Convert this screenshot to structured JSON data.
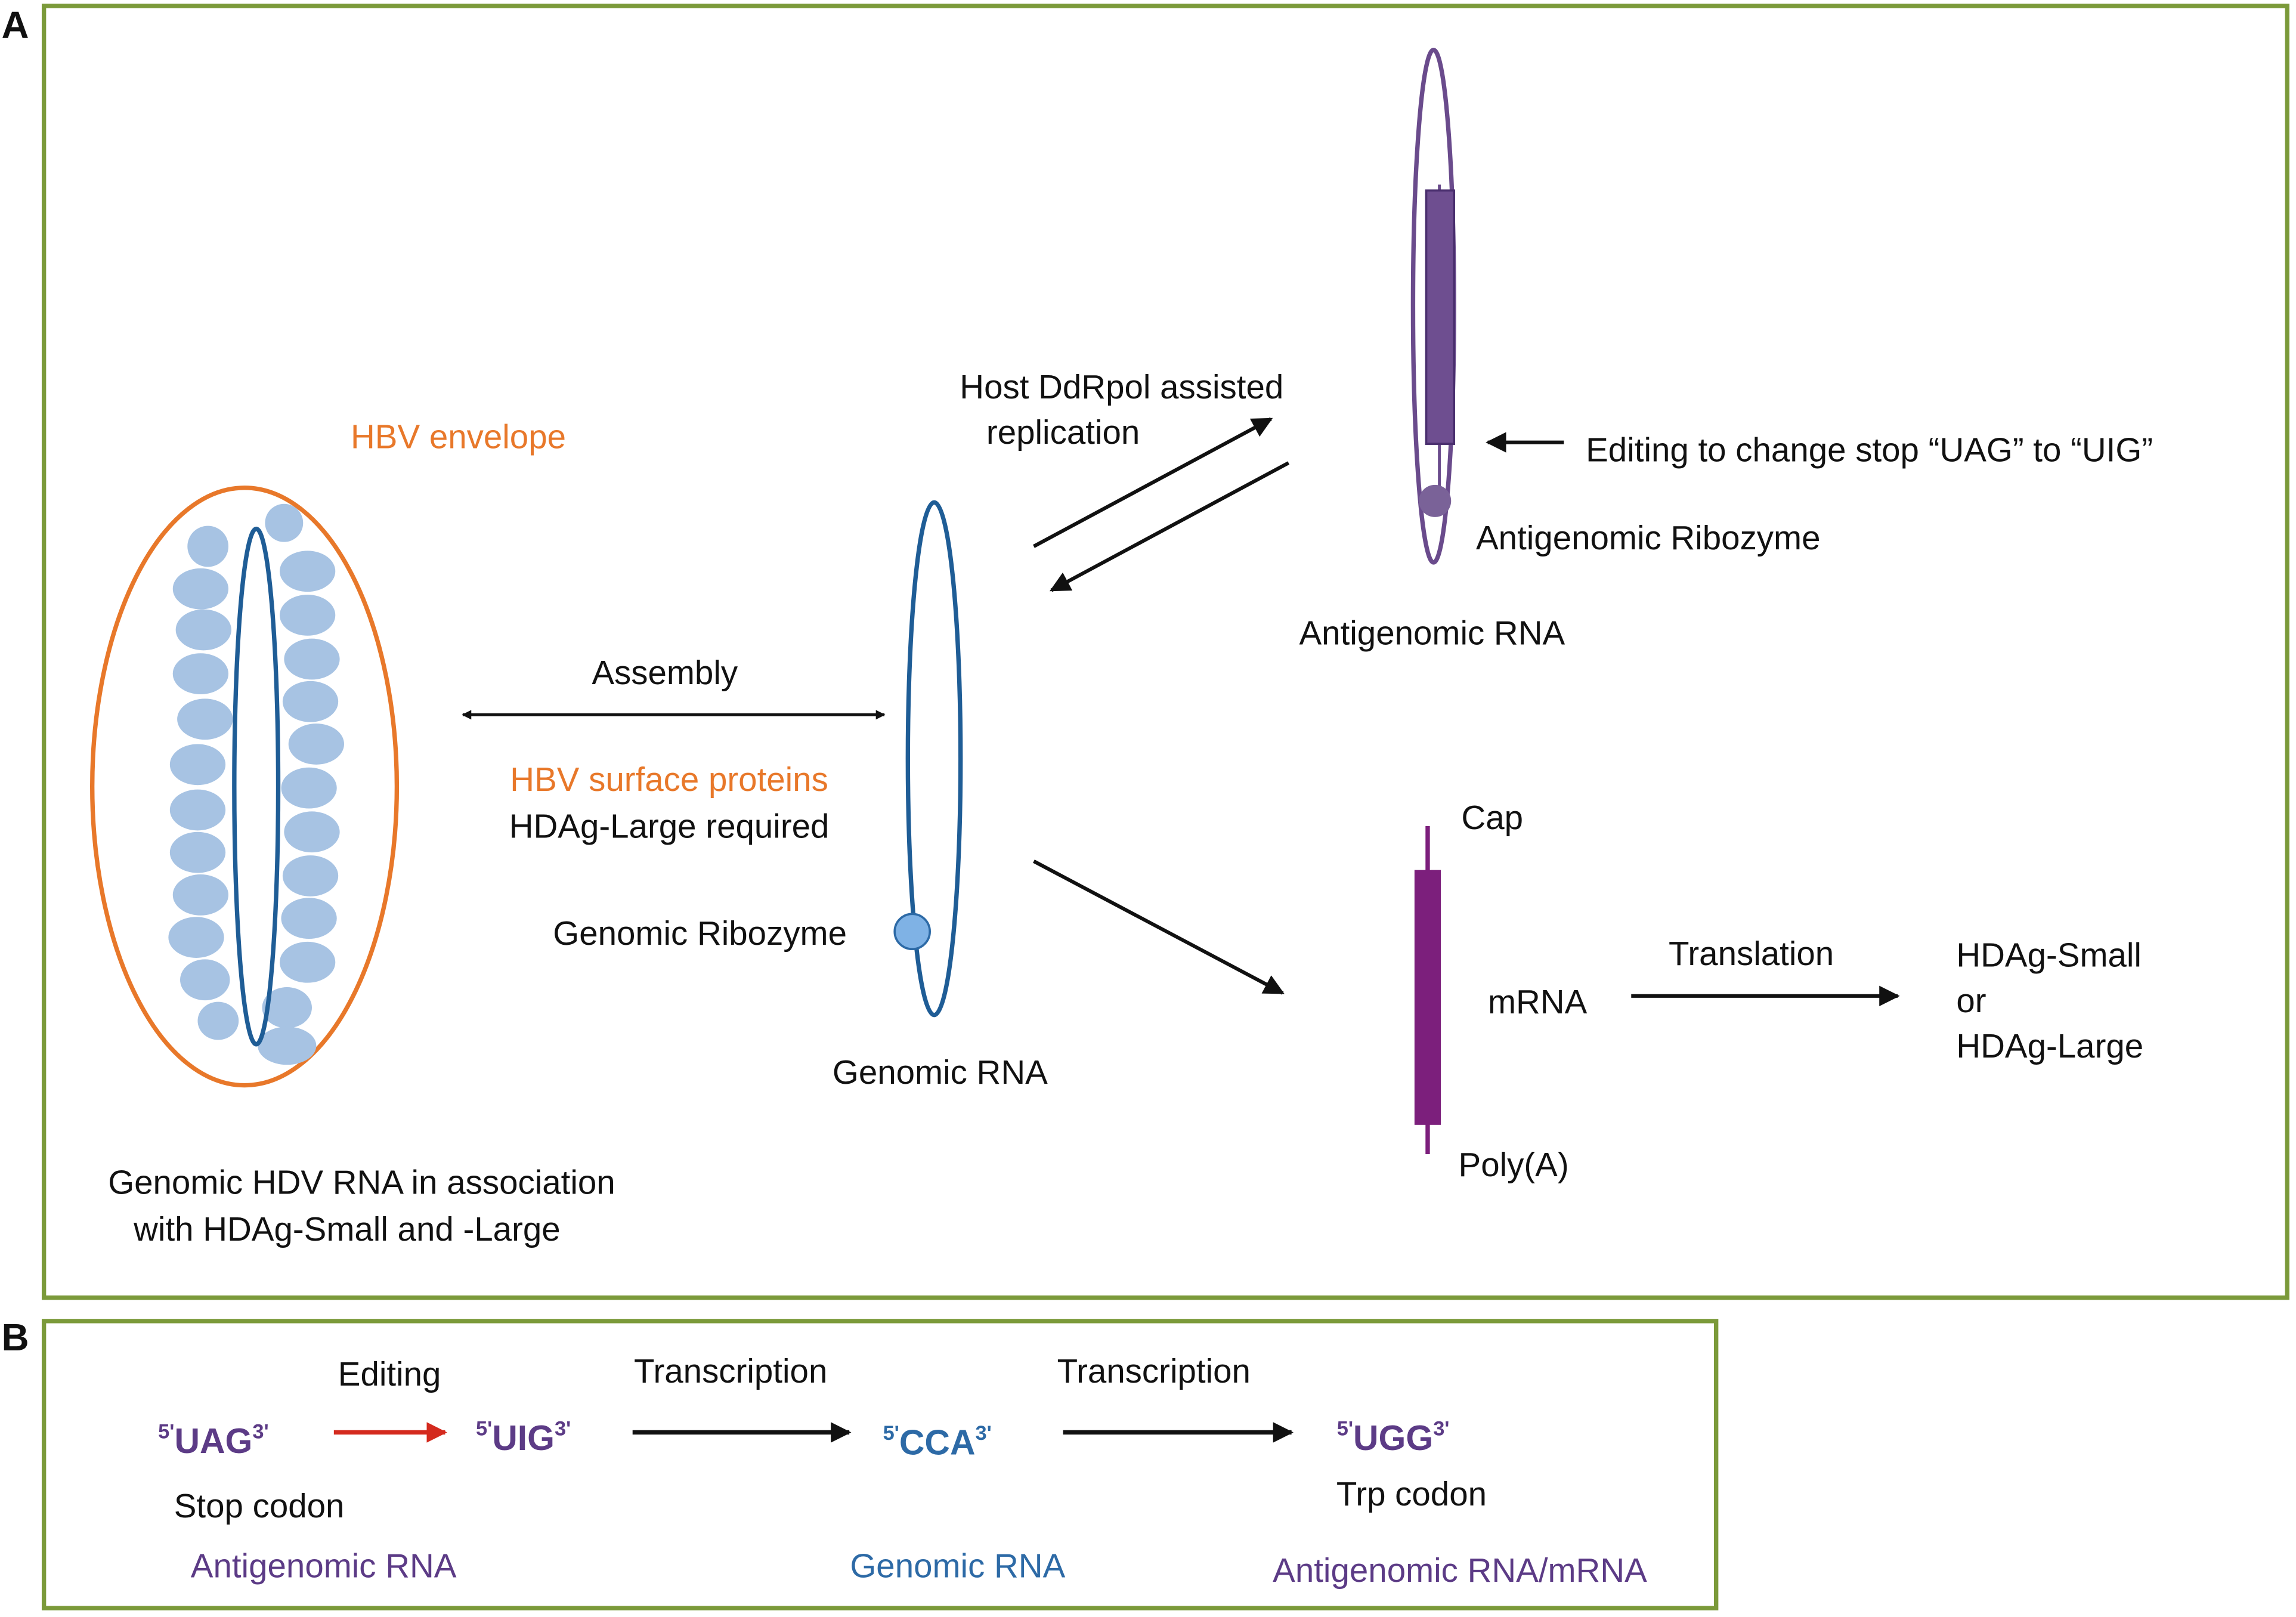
{
  "colors": {
    "panel_border": "#7b9a3a",
    "envelope": "#e8782a",
    "genomic_strand": "#1f5d96",
    "genomic_fill": "#a7c3e3",
    "genomic_ribozyme": "#7fb2e5",
    "antigenomic_strand": "#6a4b8c",
    "antigenomic_box": "#6e4e90",
    "antigenomic_ribozyme": "#7a6298",
    "mrna": "#7c1f7c",
    "arrow": "#111111",
    "editing_arrow": "#d42a1e",
    "orange_text": "#e8782a",
    "purple_text": "#5c3b86",
    "blue_text": "#2d6aa6",
    "black_text": "#111111"
  },
  "panel_a": {
    "label": "A",
    "hbv_envelope": "HBV envelope",
    "hdv_assoc_line1": "Genomic HDV RNA in association",
    "hdv_assoc_line2": "with HDAg-Small and -Large",
    "assembly": "Assembly",
    "hbv_surface_proteins": "HBV surface proteins",
    "hdag_large_required": "HDAg-Large required",
    "genomic_ribozyme": "Genomic Ribozyme",
    "genomic_rna": "Genomic RNA",
    "host_ddrpol_line1": "Host DdRpol assisted",
    "host_ddrpol_line2": "replication",
    "editing_note": "Editing to change stop “UAG” to “UIG”",
    "antigenomic_ribozyme": "Antigenomic Ribozyme",
    "antigenomic_rna": "Antigenomic RNA",
    "cap": "Cap",
    "mrna": "mRNA",
    "polya": "Poly(A)",
    "translation": "Translation",
    "hdag_small": "HDAg-Small",
    "or": "or",
    "hdag_large": "HDAg-Large"
  },
  "panel_b": {
    "label": "B",
    "editing": "Editing",
    "transcription_1": "Transcription",
    "transcription_2": "Transcription",
    "codon_uag": {
      "five": "5'",
      "seq": "UAG",
      "three": "3'"
    },
    "codon_uig": {
      "five": "5'",
      "seq": "UIG",
      "three": "3'"
    },
    "codon_cca": {
      "five": "5'",
      "seq": "CCA",
      "three": "3'"
    },
    "codon_ugg": {
      "five": "5'",
      "seq": "UGG",
      "three": "3'"
    },
    "stop_codon": "Stop codon",
    "trp_codon": "Trp codon",
    "antigenomic_rna": "Antigenomic RNA",
    "genomic_rna": "Genomic RNA",
    "antigenomic_rna_mrna": "Antigenomic RNA/mRNA"
  }
}
